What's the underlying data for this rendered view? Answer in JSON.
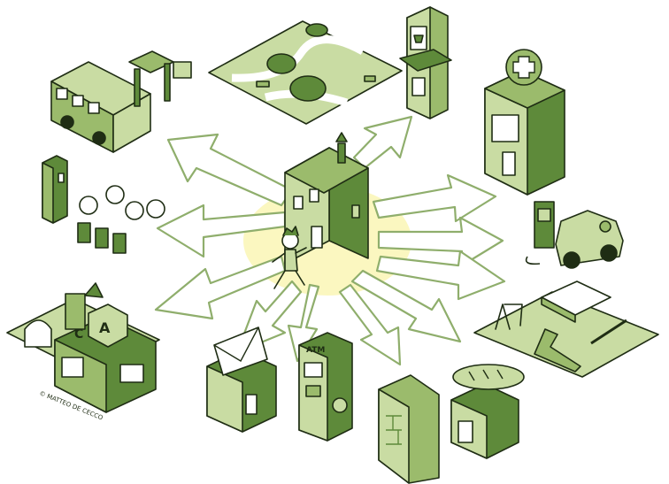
{
  "illustration": {
    "kind": "isometric illustration",
    "center": "house",
    "signature": "© MATTEO DE CECCO",
    "atm_label": "ATM",
    "block_letters": [
      "A",
      "C"
    ],
    "colors": {
      "light_green": "#c9dca3",
      "mid_green": "#9bbb6c",
      "dark_green": "#5e8a3a",
      "outline": "#1f2d14",
      "glow": "#fbf7c0",
      "arrow_stroke": "#8fae6c"
    },
    "destinations": [
      {
        "id": "bus-stop",
        "icon": "bus-icon"
      },
      {
        "id": "park",
        "icon": "tree-icon"
      },
      {
        "id": "market",
        "icon": "shop-icon"
      },
      {
        "id": "pharmacy",
        "icon": "cross-icon"
      },
      {
        "id": "bike-share",
        "icon": "bicycle-icon"
      },
      {
        "id": "ev-charging",
        "icon": "electric-car-icon"
      },
      {
        "id": "kindergarten",
        "icon": "toy-blocks-icon"
      },
      {
        "id": "playground",
        "icon": "slide-icon"
      },
      {
        "id": "post-office",
        "icon": "envelope-icon"
      },
      {
        "id": "atm",
        "icon": "atm-icon"
      },
      {
        "id": "school",
        "icon": "brick-wall-icon"
      },
      {
        "id": "bakery",
        "icon": "bread-icon"
      }
    ]
  }
}
